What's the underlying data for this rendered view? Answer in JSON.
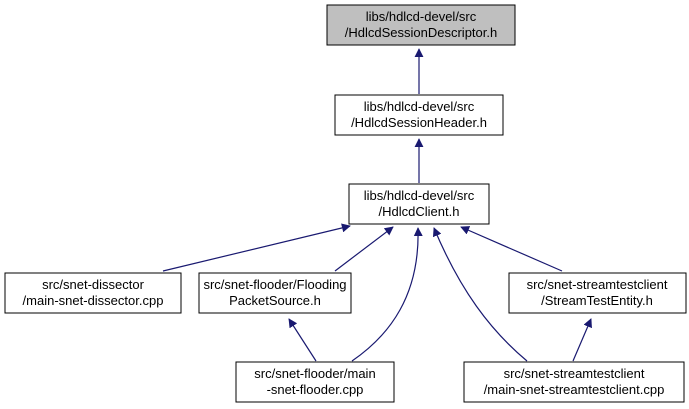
{
  "colors": {
    "edge": "#191970",
    "node_fill": "#ffffff",
    "root_fill": "#bfbfbf",
    "border": "#000000"
  },
  "nodes": {
    "descriptor": {
      "lines": [
        "libs/hdlcd-devel/src",
        "/HdlcdSessionDescriptor.h"
      ],
      "highlighted": true
    },
    "session_header": {
      "lines": [
        "libs/hdlcd-devel/src",
        "/HdlcdSessionHeader.h"
      ]
    },
    "client": {
      "lines": [
        "libs/hdlcd-devel/src",
        "/HdlcdClient.h"
      ]
    },
    "dissector": {
      "lines": [
        "src/snet-dissector",
        "/main-snet-dissector.cpp"
      ]
    },
    "flooding_source": {
      "lines": [
        "src/snet-flooder/Flooding",
        "PacketSource.h"
      ]
    },
    "stream_entity": {
      "lines": [
        "src/snet-streamtestclient",
        "/StreamTestEntity.h"
      ]
    },
    "flooder_main": {
      "lines": [
        "src/snet-flooder/main",
        "-snet-flooder.cpp"
      ]
    },
    "stream_main": {
      "lines": [
        "src/snet-streamtestclient",
        "/main-snet-streamtestclient.cpp"
      ]
    }
  },
  "edges": [
    {
      "from": "session_header",
      "to": "descriptor"
    },
    {
      "from": "client",
      "to": "session_header"
    },
    {
      "from": "dissector",
      "to": "client"
    },
    {
      "from": "flooding_source",
      "to": "client"
    },
    {
      "from": "flooder_main",
      "to": "client"
    },
    {
      "from": "stream_main",
      "to": "client"
    },
    {
      "from": "stream_entity",
      "to": "client"
    },
    {
      "from": "flooder_main",
      "to": "flooding_source"
    },
    {
      "from": "stream_main",
      "to": "stream_entity"
    }
  ]
}
